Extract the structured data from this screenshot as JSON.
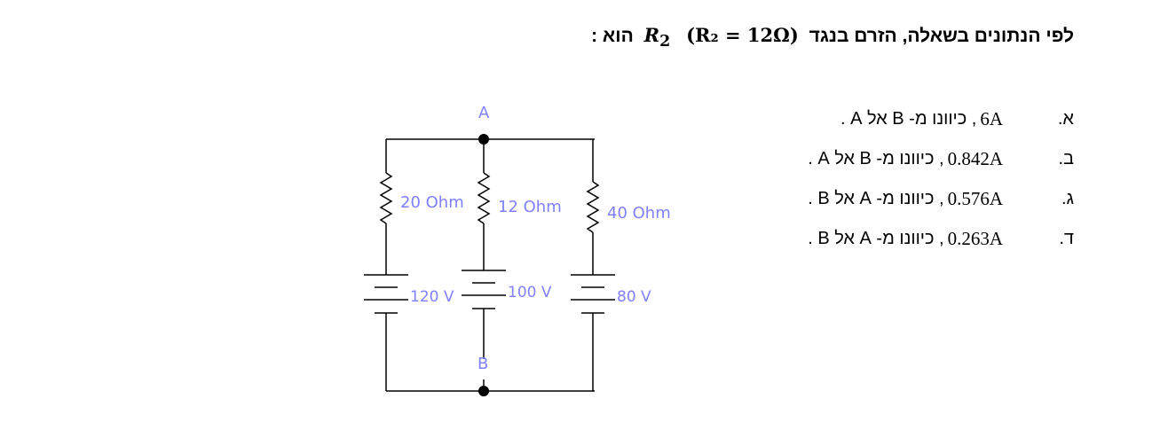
{
  "question": {
    "prefix": "לפי הנתונים בשאלה, הזרם בנגד",
    "resistor_symbol": "R",
    "resistor_index": "2",
    "condition": "(R₂ = 12Ω)",
    "suffix": "הוא :"
  },
  "options": [
    {
      "letter": "א.",
      "value": "6A",
      "direction": ", כיוונו מ- B אל A ."
    },
    {
      "letter": "ב.",
      "value": "0.842A",
      "direction": ", כיוונו מ- B אל A ."
    },
    {
      "letter": "ג.",
      "value": "0.576A",
      "direction": ", כיוונו מ- A אל B ."
    },
    {
      "letter": "ד.",
      "value": "0.263A",
      "direction": ", כיוונו מ- A אל B ."
    }
  ],
  "circuit": {
    "node_top": "A",
    "node_bottom": "B",
    "resistor_left": "20 Ohm",
    "resistor_middle": "12 Ohm",
    "resistor_right": "40 Ohm",
    "battery_left": "120 V",
    "battery_middle": "100 V",
    "battery_right": "80 V",
    "label_color": "#8080ff",
    "wire_color": "#000000"
  }
}
